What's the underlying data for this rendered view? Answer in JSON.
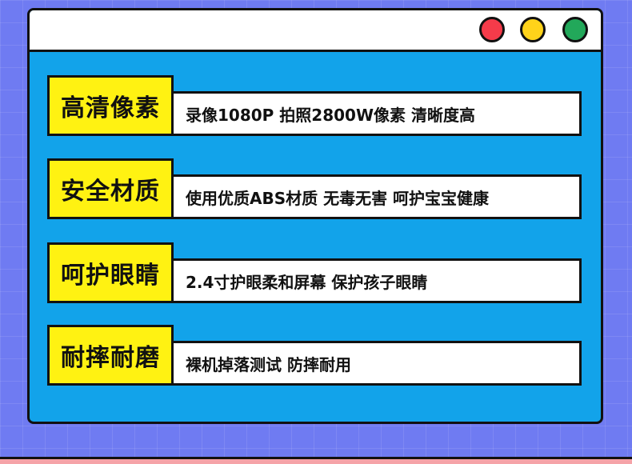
{
  "window": {
    "controls": [
      {
        "name": "close",
        "color": "#F53B4A"
      },
      {
        "name": "minimize",
        "color": "#FFD31A"
      },
      {
        "name": "maximize",
        "color": "#22A85A"
      }
    ]
  },
  "features": [
    {
      "title": "高清像素",
      "description": "录像1080P 拍照2800W像素 清晰度高"
    },
    {
      "title": "安全材质",
      "description": "使用优质ABS材质 无毒无害 呵护宝宝健康"
    },
    {
      "title": "呵护眼睛",
      "description": "2.4寸护眼柔和屏幕 保护孩子眼睛"
    },
    {
      "title": "耐摔耐磨",
      "description": "裸机掉落测试 防摔耐用"
    }
  ],
  "colors": {
    "background": "#6F7BF2",
    "window_body": "#12A3EA",
    "tag_fill": "#FFF212",
    "bottom_strip": "#F5A3A8"
  }
}
